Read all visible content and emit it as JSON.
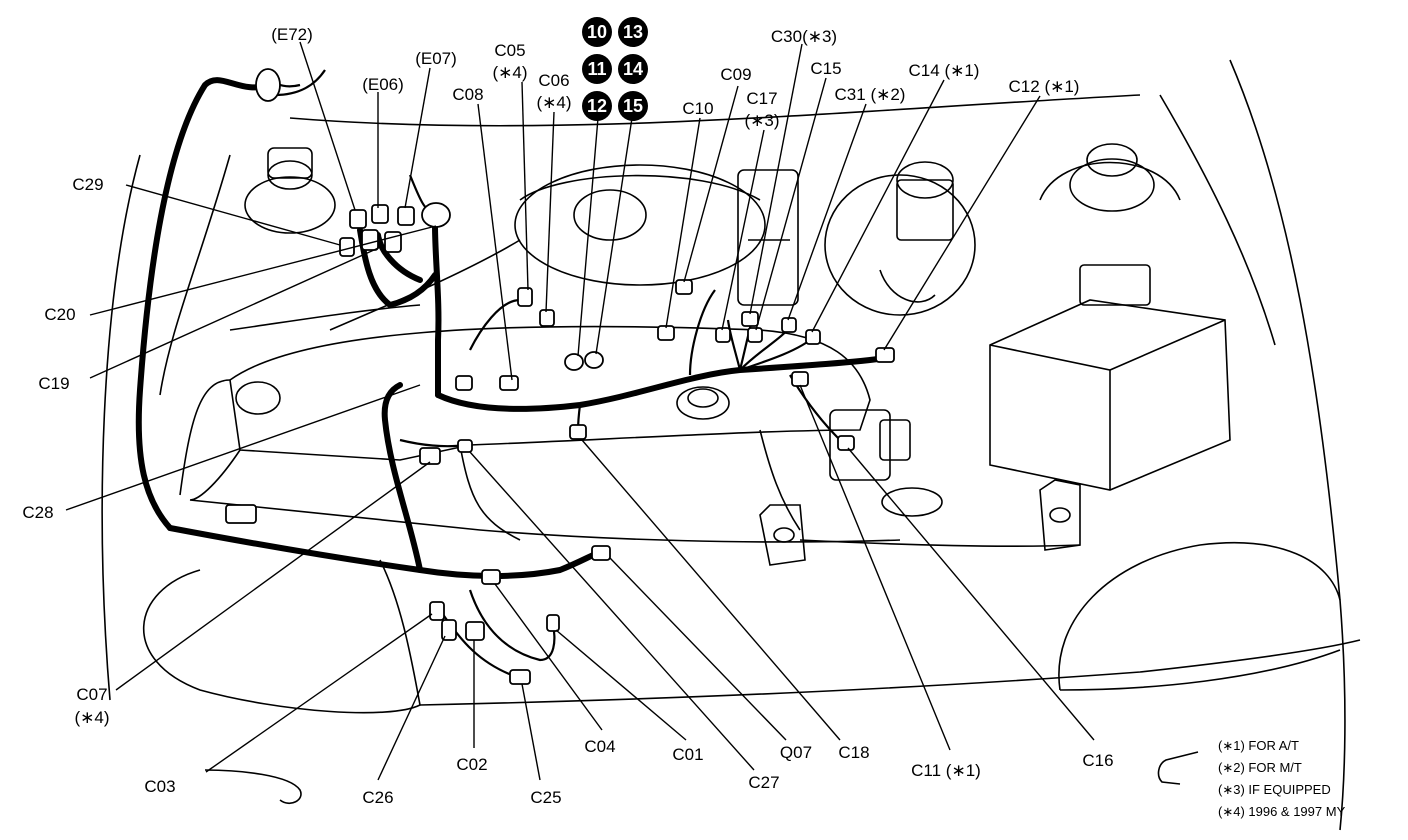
{
  "connector_labels": [
    {
      "id": "e72",
      "text": "(E72)"
    },
    {
      "id": "e06",
      "text": "(E06)"
    },
    {
      "id": "e07",
      "text": "(E07)"
    },
    {
      "id": "c05",
      "text": "C05"
    },
    {
      "id": "c05_note",
      "text": "(∗4)"
    },
    {
      "id": "c06",
      "text": "C06"
    },
    {
      "id": "c06_note",
      "text": "(∗4)"
    },
    {
      "id": "c08",
      "text": "C08"
    },
    {
      "id": "c29",
      "text": "C29"
    },
    {
      "id": "c20",
      "text": "C20"
    },
    {
      "id": "c19",
      "text": "C19"
    },
    {
      "id": "c28",
      "text": "C28"
    },
    {
      "id": "c07",
      "text": "C07"
    },
    {
      "id": "c07_note",
      "text": "(∗4)"
    },
    {
      "id": "c03",
      "text": "C03"
    },
    {
      "id": "c26",
      "text": "C26"
    },
    {
      "id": "c02",
      "text": "C02"
    },
    {
      "id": "c25",
      "text": "C25"
    },
    {
      "id": "c04",
      "text": "C04"
    },
    {
      "id": "c01",
      "text": "C01"
    },
    {
      "id": "c27",
      "text": "C27"
    },
    {
      "id": "q07",
      "text": "Q07"
    },
    {
      "id": "c18",
      "text": "C18"
    },
    {
      "id": "c11",
      "text": "C11 (∗1)"
    },
    {
      "id": "c16",
      "text": "C16"
    },
    {
      "id": "c10",
      "text": "C10"
    },
    {
      "id": "c09",
      "text": "C09"
    },
    {
      "id": "c17",
      "text": "C17"
    },
    {
      "id": "c17_note",
      "text": "(∗3)"
    },
    {
      "id": "c30",
      "text": "C30(∗3)"
    },
    {
      "id": "c15",
      "text": "C15"
    },
    {
      "id": "c31",
      "text": "C31 (∗2)"
    },
    {
      "id": "c14",
      "text": "C14 (∗1)"
    },
    {
      "id": "c12",
      "text": "C12 (∗1)"
    }
  ],
  "ground_points": [
    "10",
    "11",
    "12",
    "13",
    "14",
    "15"
  ],
  "legend": [
    "(∗1) FOR A/T",
    "(∗2) FOR M/T",
    "(∗3) IF EQUIPPED",
    "(∗4) 1996 & 1997 MY"
  ]
}
